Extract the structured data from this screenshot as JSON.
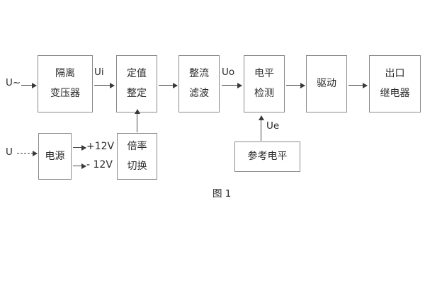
{
  "figure": {
    "caption": "图 1",
    "colors": {
      "background": "#ffffff",
      "box_border": "#8a8a8a",
      "line": "#4a4a4a",
      "text": "#2b2b2b"
    }
  },
  "signal_chain": {
    "input_label": "U~",
    "blocks": [
      {
        "id": "isolation-transformer",
        "line1": "隔离",
        "line2": "变压器"
      },
      {
        "id": "setting-value",
        "line1": "定值",
        "line2": "整定"
      },
      {
        "id": "rectify-filter",
        "line1": "整流",
        "line2": "滤波"
      },
      {
        "id": "level-detection",
        "line1": "电平",
        "line2": "检测"
      },
      {
        "id": "drive",
        "line1": "驱动",
        "line2": ""
      },
      {
        "id": "output-relay",
        "line1": "出口",
        "line2": "继电器"
      }
    ],
    "signal_labels": {
      "ui": "Ui",
      "uo": "Uo",
      "ue": "Ue"
    }
  },
  "power_section": {
    "input_label": "U",
    "power_supply": {
      "id": "power-supply",
      "line1": "电源"
    },
    "rails": [
      {
        "id": "rail-positive",
        "label": "+12V"
      },
      {
        "id": "rail-negative",
        "label": "- 12V"
      }
    ],
    "multiplier_switch": {
      "id": "multiplier-switch",
      "line1": "倍率",
      "line2": "切换"
    }
  },
  "reference_section": {
    "reference_level": {
      "id": "reference-level",
      "line1": "参考电平"
    }
  }
}
